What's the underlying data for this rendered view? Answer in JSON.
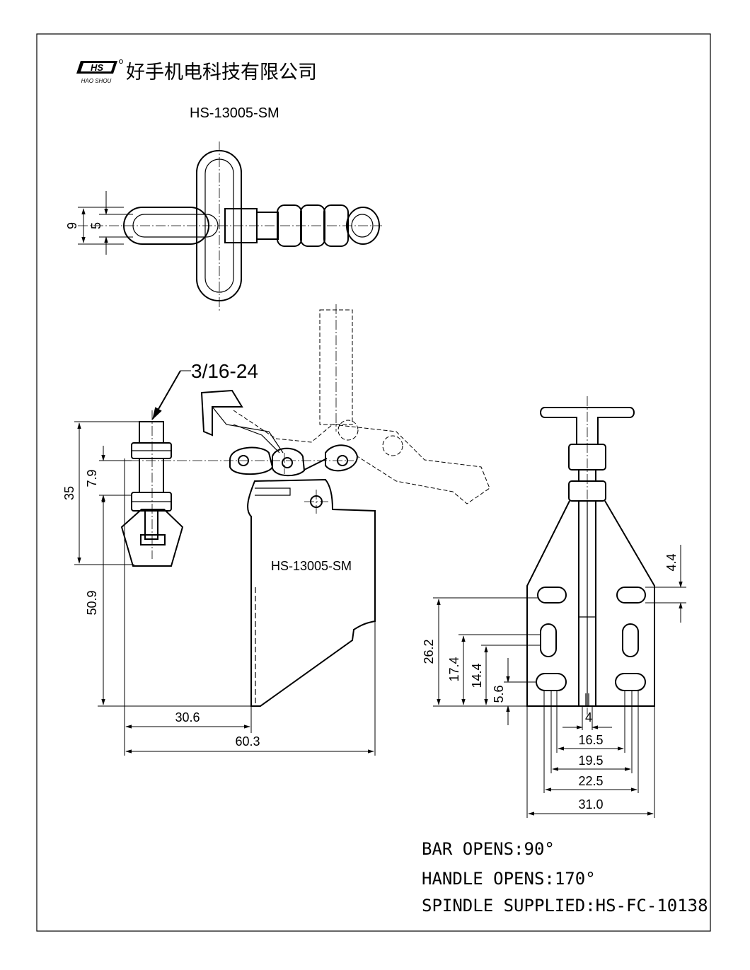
{
  "company": {
    "logo_text": "HS",
    "logo_sub": "HAO SHOU",
    "name": "好手机电科技有限公司"
  },
  "model": "HS-13005-SM",
  "side_view_label": "HS-13005-SM",
  "thread_callout": "3/16-24",
  "dimensions": {
    "top_9": "9",
    "top_5": "5",
    "d35": "35",
    "d7_9": "7.9",
    "d50_9": "50.9",
    "d30_6": "30.6",
    "d60_3": "60.3",
    "d4_4": "4.4",
    "d26_2": "26.2",
    "d17_4": "17.4",
    "d14_4": "14.4",
    "d5_6": "5.6",
    "d4": "4",
    "d16_5": "16.5",
    "d19_5": "19.5",
    "d22_5": "22.5",
    "d31_0": "31.0"
  },
  "notes": [
    "BAR OPENS:90°",
    "HANDLE OPENS:170°",
    "SPINDLE SUPPLIED:HS-FC-10138"
  ]
}
